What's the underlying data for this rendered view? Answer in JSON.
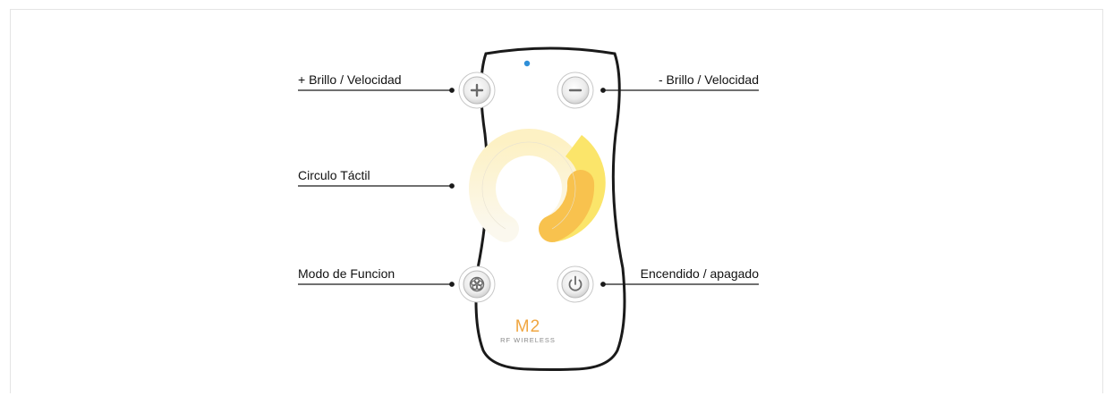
{
  "callouts": {
    "brightness_up": "+ Brillo / Velocidad",
    "brightness_down": "- Brillo / Velocidad",
    "touch_circle": "Circulo Táctil",
    "function_mode": "Modo de Funcion",
    "power": "Encendido / apagado"
  },
  "remote": {
    "logo": "M2",
    "subtitle": "RF WIRELESS",
    "buttons": {
      "plus_icon": "plus-icon",
      "minus_icon": "minus-icon",
      "mode_icon": "fan-mode-icon",
      "power_icon": "power-icon"
    }
  },
  "colors": {
    "led": "#2f8fd8",
    "ring_warm_white": "#fbf6e8",
    "ring_yellow": "#fbe56a",
    "ring_amber": "#f8b441",
    "logo_orange": "#f0a640",
    "outline": "#1a1a1a"
  }
}
